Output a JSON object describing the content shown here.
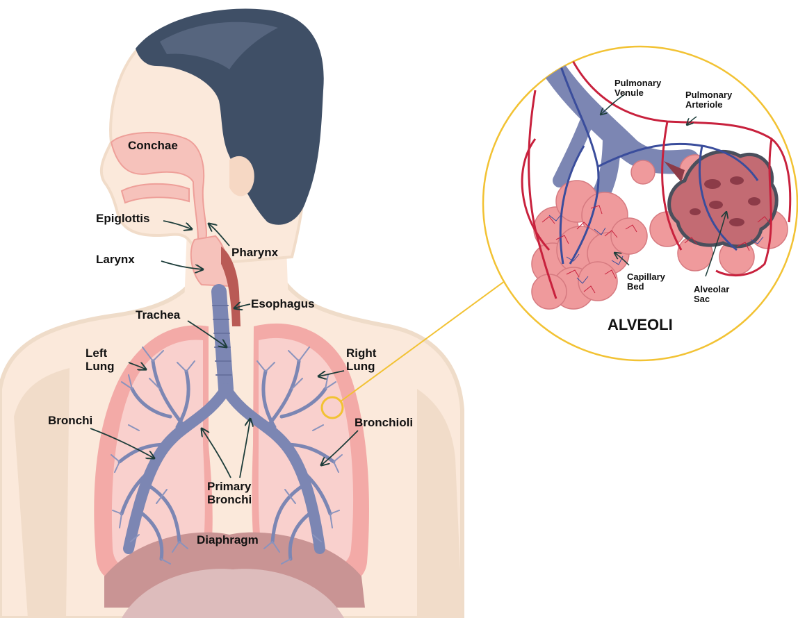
{
  "labels": {
    "conchae": "Conchae",
    "epiglottis": "Epiglottis",
    "pharynx": "Pharynx",
    "larynx": "Larynx",
    "esophagus": "Esophagus",
    "trachea": "Trachea",
    "left_lung": [
      "Left",
      "Lung"
    ],
    "right_lung": [
      "Right",
      "Lung"
    ],
    "bronchi": "Bronchi",
    "bronchioli": "Bronchioli",
    "primary_bronchi": [
      "Primary",
      "Bronchi"
    ],
    "diaphragm": "Diaphragm"
  },
  "inset": {
    "title": "ALVEOLI",
    "pulmonary_venule": [
      "Pulmonary",
      "Venule"
    ],
    "pulmonary_arteriole": [
      "Pulmonary",
      "Arteriole"
    ],
    "capillary_bed": [
      "Capillary",
      "Bed"
    ],
    "alveolar_sac": [
      "Alveolar",
      "Sac"
    ]
  },
  "colors": {
    "skin": "#fbe9db",
    "skin_shade": "#f1dcc9",
    "hair": "#3f4f66",
    "airway": "#f6c2bb",
    "lung_outer": "#f3aaa7",
    "lung_inner": "#f9d0cd",
    "bronchi": "#7c86b3",
    "esophagus": "#b95a55",
    "diaphragm": "#c99494",
    "magnifier": "#f2c233",
    "vein": "#3a4d9c",
    "artery": "#c8213d",
    "alveoli": "#ef9a9c",
    "alveoli_dark": "#b65a66",
    "arrow": "#1d3d3a"
  }
}
